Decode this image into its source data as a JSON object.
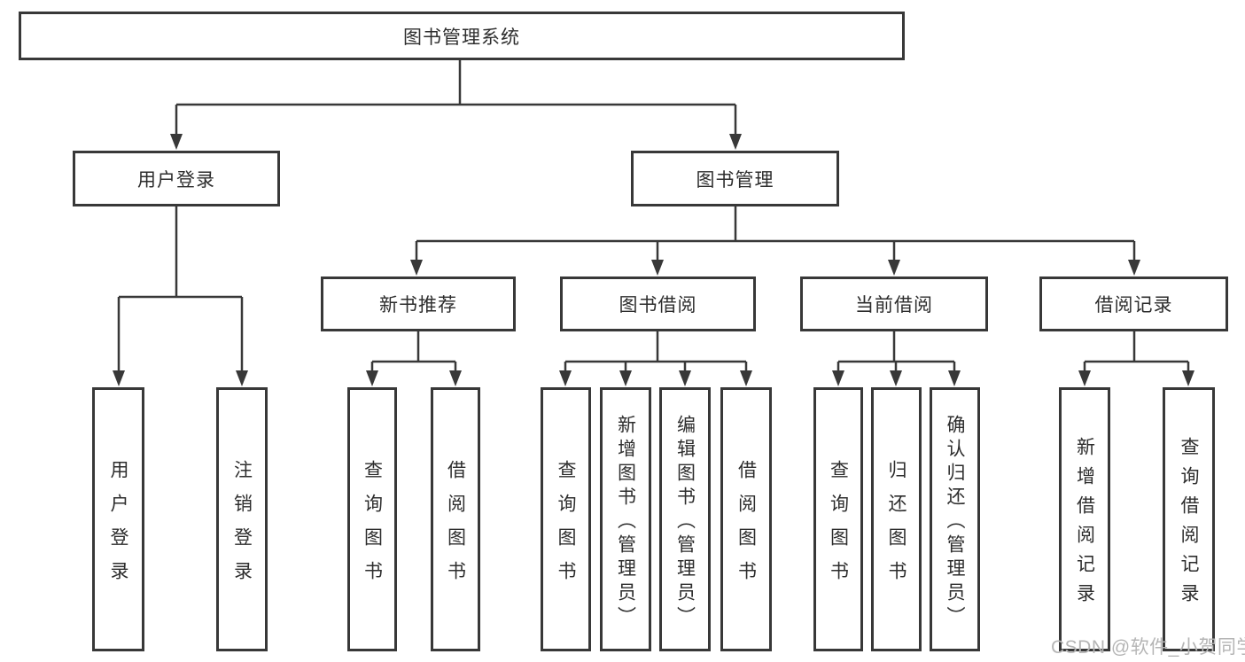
{
  "title": "图书管理系统",
  "watermark": "CSDN @软件_小贺同学",
  "colors": {
    "line": "#383838",
    "text": "#2d2d2d",
    "background": "#ffffff",
    "watermark": "#b5b5b5"
  },
  "nodes": {
    "root": "图书管理系统",
    "level2": {
      "user_login": "用户登录",
      "book_mgmt": "图书管理"
    },
    "level3": {
      "new_book_rec": "新书推荐",
      "book_borrow": "图书借阅",
      "current_borrow": "当前借阅",
      "borrow_records": "借阅记录"
    },
    "leaves": {
      "user_login": [
        "用户登录",
        "注销登录"
      ],
      "new_book_rec": [
        "查询图书",
        "借阅图书"
      ],
      "book_borrow": [
        "查询图书",
        "新增图书（管理员）",
        "编辑图书（管理员）",
        "借阅图书"
      ],
      "current_borrow": [
        "查询图书",
        "归还图书",
        "确认归还（管理员）"
      ],
      "borrow_records": [
        "新增借阅记录",
        "查询借阅记录"
      ]
    }
  }
}
